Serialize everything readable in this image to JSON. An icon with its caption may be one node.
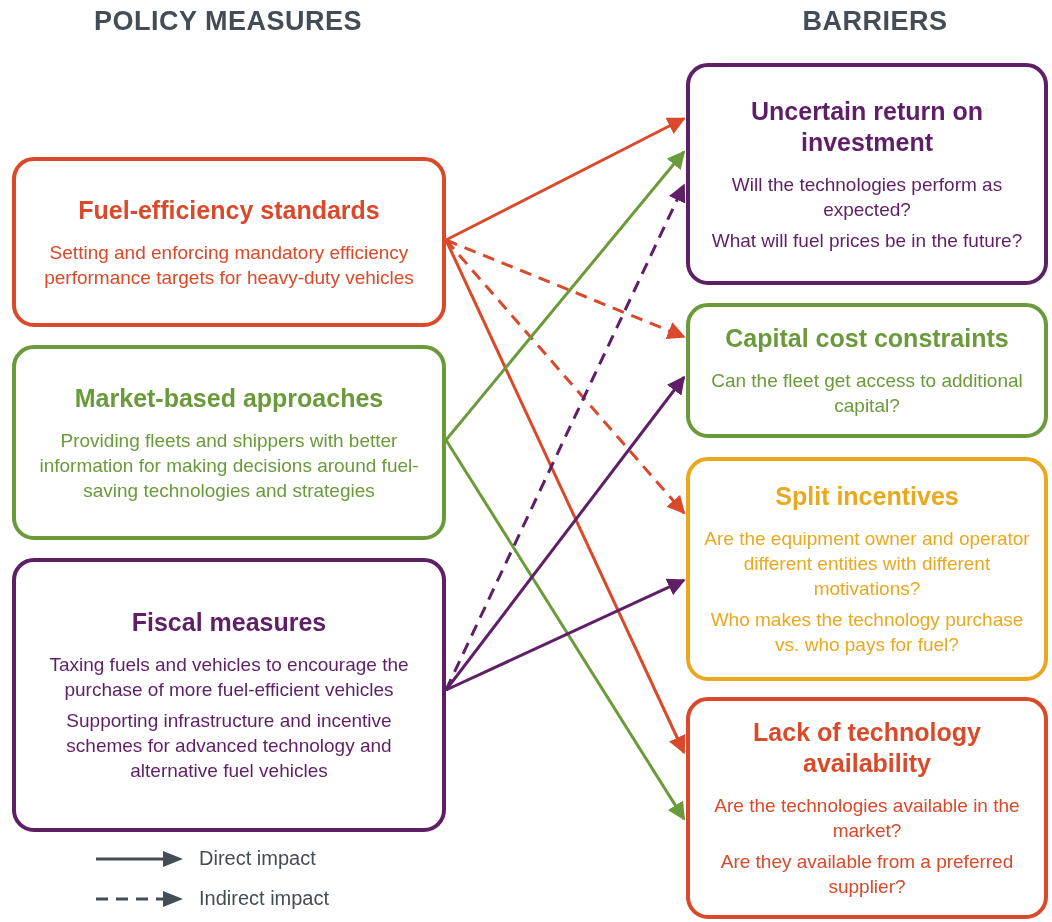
{
  "diagram": {
    "nodes": [
      {
        "text": [
          "Fuel-efficiency standards",
          "Setting and enforcing mandatory efficiency performance targets for heavy-duty vehicles"
        ]
      },
      {
        "text": [
          "Market-based approaches",
          "Providing fleets and shippers with better information for making decisions around fuel-saving technologies and strategies"
        ]
      },
      {
        "text": [
          "Fiscal measures",
          "Taxing fuels and vehicles to encourage the purchase of more fuel-efficient vehicles",
          "Supporting infrastructure and incentive schemes for advanced technology and alternative fuel vehicles"
        ]
      },
      {
        "text": [
          "Uncertain return on investment",
          "Will the technologies perform as expected?",
          "What will fuel prices be in the future?"
        ]
      },
      {
        "text": [
          "Capital cost constraints",
          "Can the fleet get access to additional capital?"
        ]
      },
      {
        "text": [
          "Split incentives",
          "Are the equipment owner and operator different entities with different motivations?",
          "Who makes the technology purchase vs. who pays for fuel?"
        ]
      },
      {
        "text": [
          "Lack of technology availability",
          "Are the technologies available in the market?",
          "Are they available from a preferred supplier?"
        ]
      }
    ],
    "edges": [
      {
        "from": 0,
        "to": 3,
        "arrow": "to"
      },
      {
        "from": 0,
        "to": 4,
        "arrow": "to",
        "style": "dashed"
      },
      {
        "from": 0,
        "to": 5,
        "arrow": "to",
        "style": "dashed"
      },
      {
        "from": 0,
        "to": 6,
        "arrow": "to"
      },
      {
        "from": 1,
        "to": 3,
        "arrow": "to",
        "color": "#6b9a3a"
      },
      {
        "from": 1,
        "to": 6,
        "arrow": "to",
        "color": "#6b9a3a"
      },
      {
        "from": 2,
        "to": 3,
        "arrow": "to",
        "style": "dashed",
        "color": "#5f1f66"
      },
      {
        "from": 2,
        "to": 4,
        "arrow": "to",
        "color": "#5f1f66"
      },
      {
        "from": 2,
        "to": 5,
        "arrow": "to",
        "color": "#5f1f66"
      }
    ],
    "labels": [
      "POLICY MEASURES",
      "BARRIERS"
    ],
    "legend": [
      {
        "text": "Direct impact"
      },
      {
        "text": "Indirect impact"
      }
    ]
  }
}
